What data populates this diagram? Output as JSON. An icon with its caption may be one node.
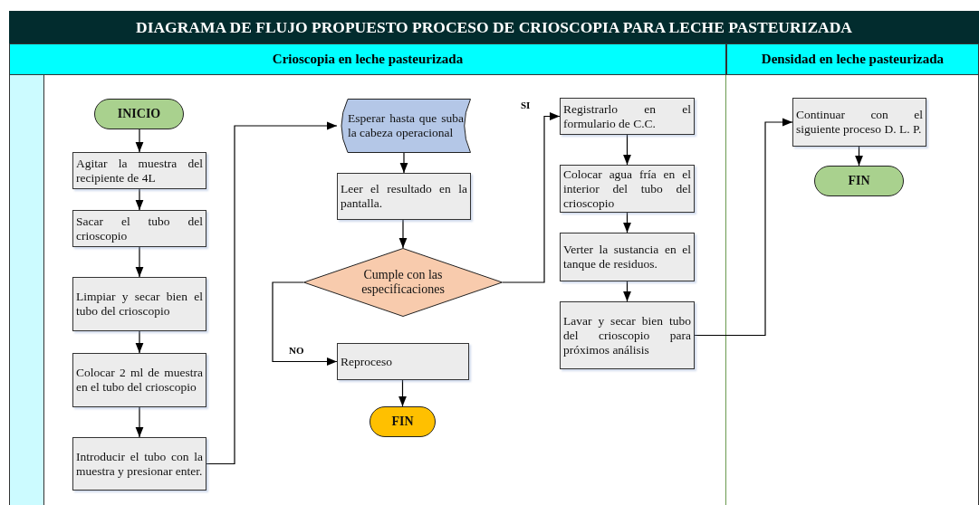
{
  "diagram": {
    "title": "DIAGRAMA DE FLUJO PROPUESTO PROCESO DE CRIOSCOPIA PARA LECHE PASTEURIZADA",
    "nodes": [
      {
        "text": [
          "Crioscopia en leche pasteurizada"
        ]
      },
      {
        "text": [
          "Densidad en leche pasteurizada"
        ]
      },
      {
        "text": [
          "INICIO"
        ]
      },
      {
        "text": [
          "Agitar la muestra del recipiente de 4L"
        ]
      },
      {
        "text": [
          "Sacar el tubo del crioscopio"
        ]
      },
      {
        "text": [
          "Limpiar y secar bien el tubo del crioscopio"
        ]
      },
      {
        "text": [
          "Colocar 2 ml de muestra en el tubo del crioscopio"
        ]
      },
      {
        "text": [
          "Introducir el tubo con la muestra y presionar enter."
        ]
      },
      {
        "text": [
          "Esperar hasta que suba la cabeza operacional"
        ]
      },
      {
        "text": [
          "Leer el resultado en la pantalla."
        ]
      },
      {
        "text": [
          "Cumple con las especificaciones"
        ]
      },
      {
        "text": [
          "Reproceso"
        ]
      },
      {
        "text": [
          "FIN"
        ]
      },
      {
        "text": [
          "Registrarlo en el formulario de C.C."
        ]
      },
      {
        "text": [
          "Colocar agua fría en el interior del tubo del crioscopio"
        ]
      },
      {
        "text": [
          "Verter la sustancia en el tanque de residuos."
        ]
      },
      {
        "text": [
          "Lavar y secar bien tubo del crioscopio para próximos análisis"
        ]
      },
      {
        "text": [
          "Continuar con el siguiente proceso D. L. P."
        ]
      },
      {
        "text": [
          "FIN"
        ]
      }
    ],
    "edges": [
      {
        "from": 2,
        "to": 3,
        "arrow": "to"
      },
      {
        "from": 3,
        "to": 4,
        "arrow": "to"
      },
      {
        "from": 4,
        "to": 5,
        "arrow": "to"
      },
      {
        "from": 5,
        "to": 6,
        "arrow": "to"
      },
      {
        "from": 6,
        "to": 7,
        "arrow": "to"
      },
      {
        "from": 7,
        "to": 8,
        "arrow": "to"
      },
      {
        "from": 8,
        "to": 9,
        "arrow": "to"
      },
      {
        "from": 9,
        "to": 10,
        "arrow": "to"
      },
      {
        "from": 10,
        "to": 11,
        "arrow": "to",
        "label": "NO"
      },
      {
        "from": 11,
        "to": 12,
        "arrow": "to"
      },
      {
        "from": 10,
        "to": 13,
        "arrow": "to",
        "label": "SI"
      },
      {
        "from": 13,
        "to": 14,
        "arrow": "to"
      },
      {
        "from": 14,
        "to": 15,
        "arrow": "to"
      },
      {
        "from": 15,
        "to": 16,
        "arrow": "to"
      },
      {
        "from": 16,
        "to": 17,
        "arrow": "to"
      },
      {
        "from": 17,
        "to": 18,
        "arrow": "to"
      }
    ]
  }
}
